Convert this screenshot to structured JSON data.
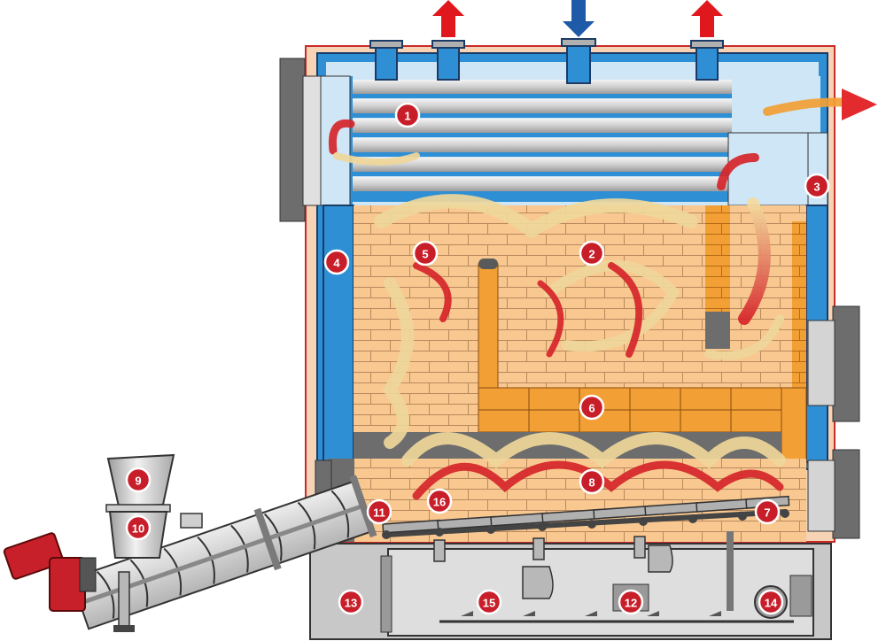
{
  "diagram": {
    "kind": "biomass-boiler-cross-section",
    "colors": {
      "water_jacket": "#2f8fd4",
      "insulation": "#f6d3b5",
      "brick": "#f8c890",
      "refractory": "#f2a035",
      "steel_gray": "#b0b0b0",
      "dark_gray": "#6d6d6d",
      "flame_red": "#d6262b",
      "flame_yellow": "#efd79a",
      "hot_outlet_arrow": "#e0181e",
      "cold_inlet_arrow": "#1f5aa8",
      "marker": "#c81e2a",
      "motor": "#c8202a"
    },
    "markers": [
      {
        "number": "1"
      },
      {
        "number": "2"
      },
      {
        "number": "3"
      },
      {
        "number": "4"
      },
      {
        "number": "5"
      },
      {
        "number": "6"
      },
      {
        "number": "7"
      },
      {
        "number": "8"
      },
      {
        "number": "9"
      },
      {
        "number": "10"
      },
      {
        "number": "11"
      },
      {
        "number": "12"
      },
      {
        "number": "13"
      },
      {
        "number": "14"
      },
      {
        "number": "15"
      },
      {
        "number": "16"
      }
    ],
    "flow_arrows": [
      {
        "kind": "hot-water-outlet",
        "direction": "up"
      },
      {
        "kind": "cold-water-inlet",
        "direction": "down"
      },
      {
        "kind": "hot-water-outlet",
        "direction": "up"
      }
    ]
  }
}
